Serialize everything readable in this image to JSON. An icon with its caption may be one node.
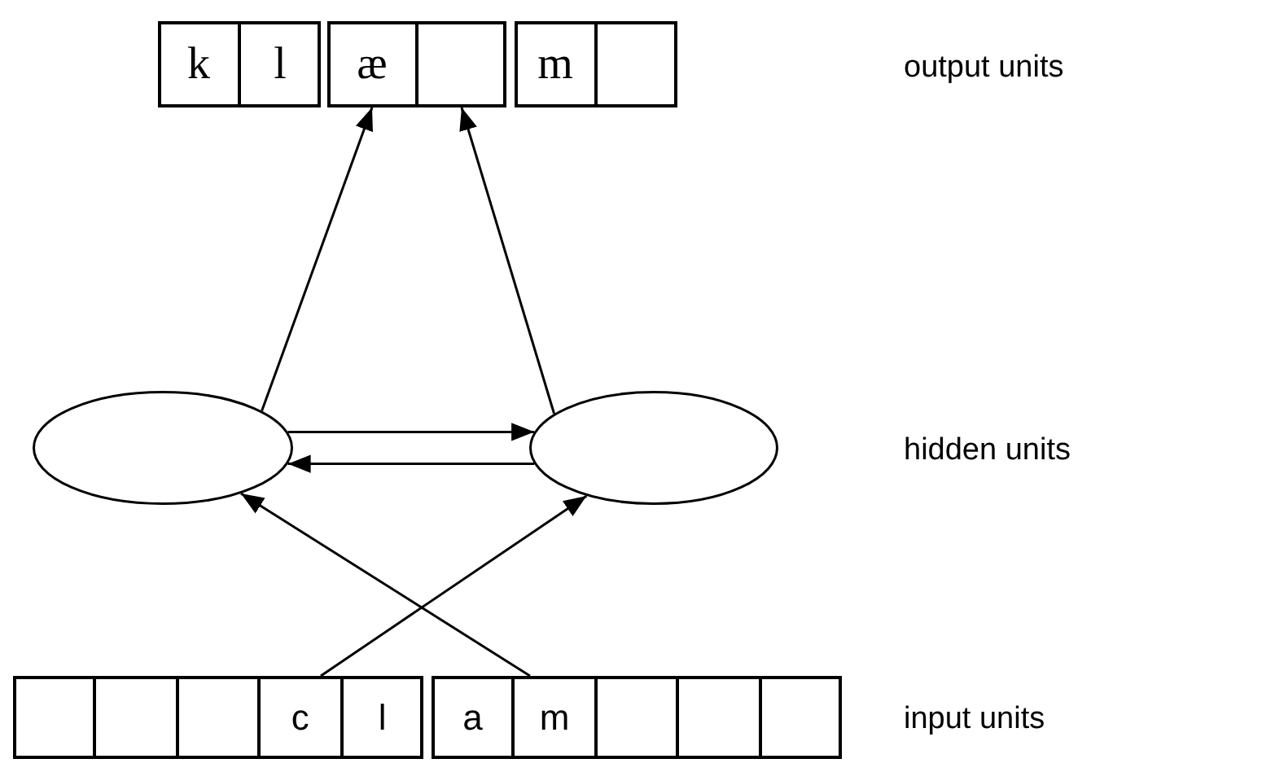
{
  "diagram": {
    "nodes": [
      {
        "text": [],
        "shape": "box"
      },
      {
        "text": [
          "k"
        ],
        "in": 0
      },
      {
        "text": [
          "l"
        ],
        "in": 0
      },
      {
        "text": [],
        "shape": "box"
      },
      {
        "text": [
          "æ"
        ],
        "in": 3
      },
      {
        "text": [],
        "shape": "box",
        "in": 3
      },
      {
        "text": [],
        "shape": "box"
      },
      {
        "text": [
          "m"
        ],
        "in": 6
      },
      {
        "text": [],
        "shape": "box",
        "in": 6
      },
      {
        "text": [],
        "shape": "ellipse"
      },
      {
        "text": [],
        "shape": "ellipse"
      },
      {
        "text": [],
        "shape": "box"
      },
      {
        "text": [],
        "shape": "box",
        "in": 11
      },
      {
        "text": [],
        "shape": "box",
        "in": 11
      },
      {
        "text": [],
        "shape": "box",
        "in": 11
      },
      {
        "text": [
          "c"
        ],
        "in": 11
      },
      {
        "text": [
          "l"
        ],
        "in": 11
      },
      {
        "text": [],
        "shape": "box"
      },
      {
        "text": [
          "a"
        ],
        "in": 17
      },
      {
        "text": [
          "m"
        ],
        "in": 17
      },
      {
        "text": [],
        "shape": "box",
        "in": 17
      },
      {
        "text": [],
        "shape": "box",
        "in": 17
      },
      {
        "text": [],
        "shape": "box",
        "in": 17
      }
    ],
    "edges": [
      {
        "from": 9,
        "to": 4,
        "arrow": "to"
      },
      {
        "from": 10,
        "to": 5,
        "arrow": "to"
      },
      {
        "from": 9,
        "to": 10,
        "arrow": "to"
      },
      {
        "from": 10,
        "to": 9,
        "arrow": "to"
      },
      {
        "from": 11,
        "to": 10,
        "arrow": "to"
      },
      {
        "from": 17,
        "to": 9,
        "arrow": "to"
      }
    ],
    "labels": [
      "output units",
      "hidden units",
      "input units"
    ]
  }
}
